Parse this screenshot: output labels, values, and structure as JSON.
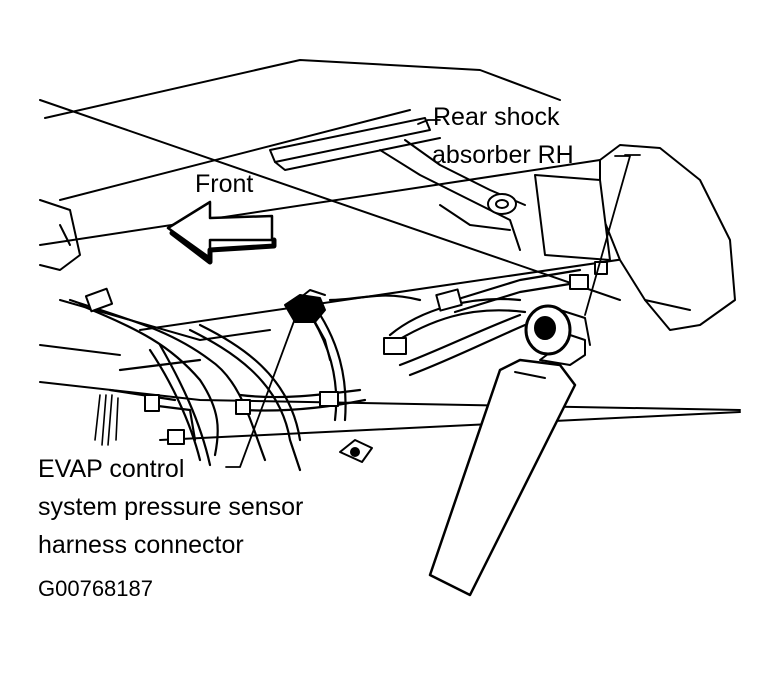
{
  "labels": {
    "front": "Front",
    "shock_line1": "Rear shock",
    "shock_line2": "absorber RH",
    "evap_line1": "EVAP control",
    "evap_line2": "system pressure sensor",
    "evap_line3": "harness connector"
  },
  "figure_code": "G00768187",
  "colors": {
    "ink": "#000000",
    "paper": "#ffffff"
  }
}
